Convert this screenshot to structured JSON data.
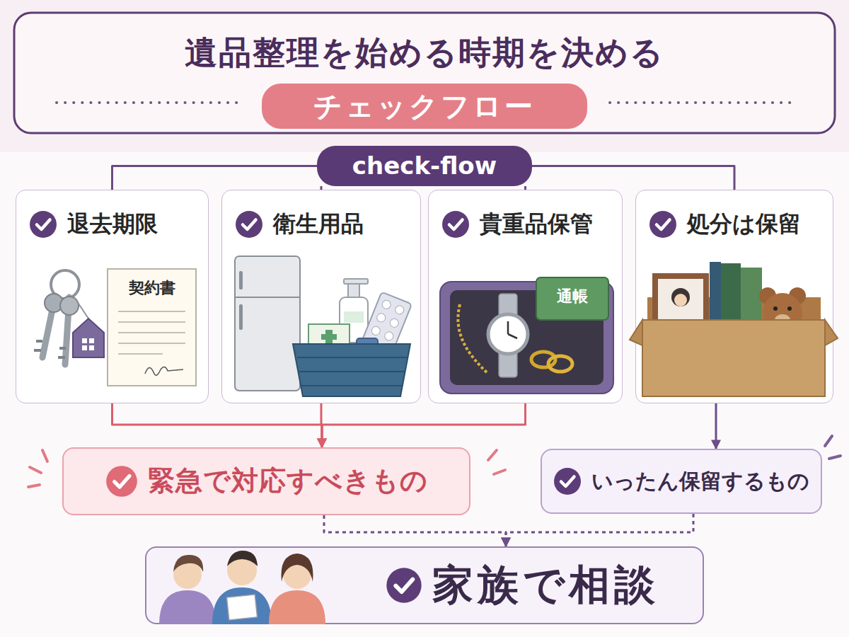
{
  "diagram": {
    "title": "遺品整理を始める時期を決める",
    "nodes": [
      {
        "text": [
          "チェックフロー"
        ]
      },
      {
        "text": [
          "check-flow"
        ]
      },
      {
        "text": [
          "退去期限"
        ]
      },
      {
        "text": [
          "衛生用品"
        ]
      },
      {
        "text": [
          "貴重品保管"
        ]
      },
      {
        "text": [
          "処分は保留"
        ]
      },
      {
        "text": [
          "緊急で対応すべきもの"
        ]
      },
      {
        "text": [
          "いったん保留するもの"
        ]
      },
      {
        "text": [
          "家族で相談"
        ]
      }
    ],
    "edges": [
      {
        "from": 1,
        "to": 2,
        "arrow": "none"
      },
      {
        "from": 1,
        "to": 3,
        "arrow": "none"
      },
      {
        "from": 1,
        "to": 4,
        "arrow": "none"
      },
      {
        "from": 1,
        "to": 5,
        "arrow": "none"
      },
      {
        "from": 2,
        "to": 6,
        "arrow": "to"
      },
      {
        "from": 3,
        "to": 6,
        "arrow": "to"
      },
      {
        "from": 4,
        "to": 6,
        "arrow": "to"
      },
      {
        "from": 5,
        "to": 7,
        "arrow": "to"
      },
      {
        "from": 6,
        "to": 8,
        "arrow": "to"
      },
      {
        "from": 7,
        "to": 8,
        "arrow": "to"
      }
    ],
    "labels": [
      "契約書",
      "通帳"
    ]
  }
}
